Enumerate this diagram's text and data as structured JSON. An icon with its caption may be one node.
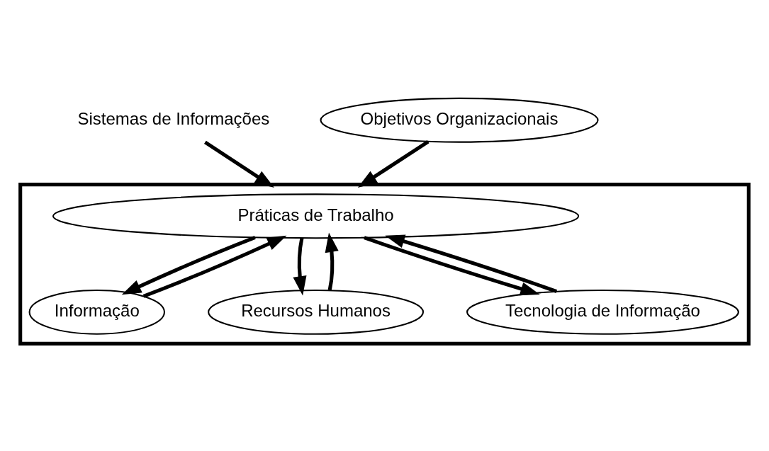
{
  "diagram": {
    "nodes": [
      {
        "text": [
          "Sistemas de Informações"
        ]
      },
      {
        "text": [
          "Objetivos Organizacionais"
        ]
      },
      {
        "text": [],
        "shape": "box"
      },
      {
        "text": [
          "Práticas de Trabalho"
        ],
        "in": 2
      },
      {
        "text": [
          "Informação"
        ],
        "in": 2
      },
      {
        "text": [
          "Recursos Humanos"
        ],
        "in": 2
      },
      {
        "text": [
          "Tecnologia de Informação"
        ],
        "in": 2
      }
    ],
    "edges": [
      {
        "from": 1,
        "to": 2,
        "arrow": "to"
      },
      {
        "from": 0,
        "to": 2,
        "arrow": "to"
      },
      {
        "from": 3,
        "to": 4,
        "arrow": "to"
      },
      {
        "from": 4,
        "to": 3,
        "arrow": "to"
      },
      {
        "from": 3,
        "to": 5,
        "arrow": "to"
      },
      {
        "from": 5,
        "to": 3,
        "arrow": "to"
      },
      {
        "from": 3,
        "to": 6,
        "arrow": "to"
      },
      {
        "from": 6,
        "to": 3,
        "arrow": "to"
      }
    ]
  }
}
